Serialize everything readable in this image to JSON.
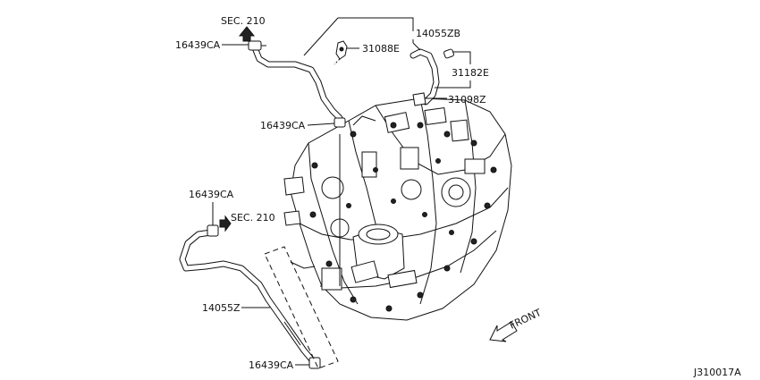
{
  "labels": {
    "sec_210_top": "SEC. 210",
    "sec_210_mid": "SEC. 210",
    "clamp_top": "16439CA",
    "clamp_upper_mid": "16439CA",
    "clamp_left": "16439CA",
    "clamp_bottom": "16439CA",
    "hose_upper": "14055ZB",
    "bracket": "31088E",
    "hose_small": "31182E",
    "hose_connector": "31098Z",
    "hose_lower": "14055Z",
    "front": "FRONT",
    "diagram_id": "J310017A"
  }
}
